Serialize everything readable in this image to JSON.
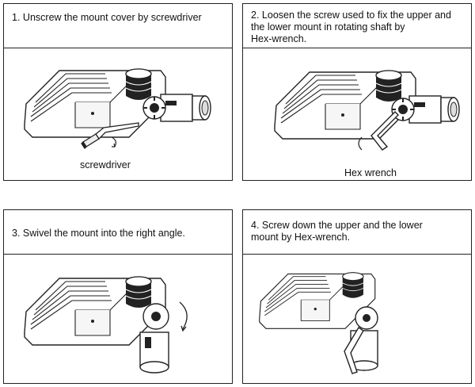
{
  "steps": [
    {
      "number": "1.",
      "text": "Unscrew the mount cover by screwdriver",
      "label": "screwdriver"
    },
    {
      "number": "2.",
      "text": "Loosen the screw used to fix the upper and\nthe lower mount in rotating shaft by\nHex-wrench.",
      "label": "Hex wrench"
    },
    {
      "number": "3.",
      "text": "Swivel the mount into the right angle.",
      "label": ""
    },
    {
      "number": "4.",
      "text": "Screw down the upper and the lower\nmount by Hex-wrench.",
      "label": ""
    }
  ]
}
